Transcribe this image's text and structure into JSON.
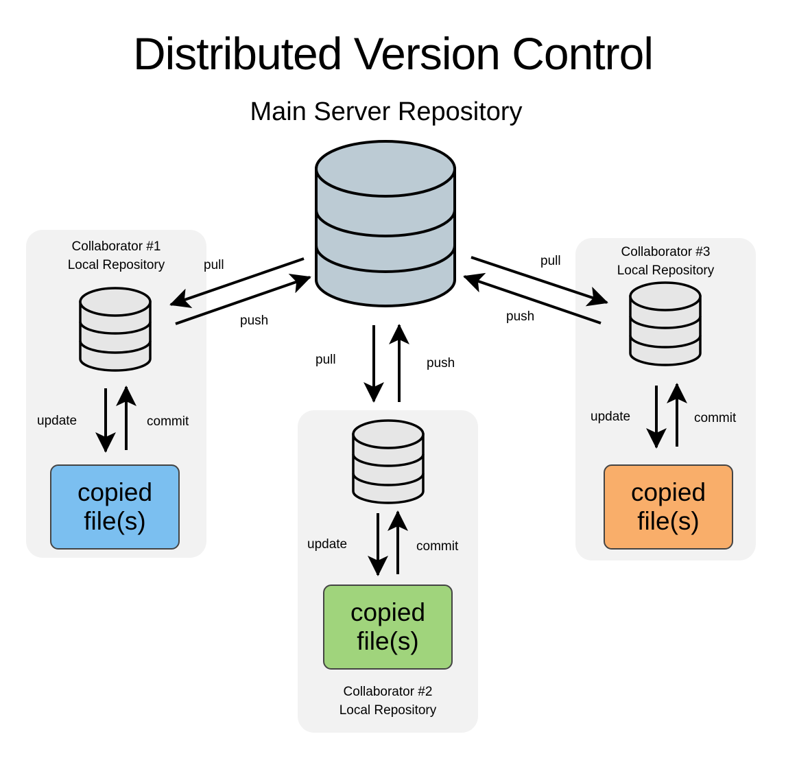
{
  "title": "Distributed Version Control",
  "server": {
    "label": "Main Server Repository",
    "icon": "database-icon",
    "fill_color": "#bccbd4"
  },
  "collaborators": [
    {
      "name": "Collaborator #1",
      "repo_label": "Local Repository",
      "file_label_line1": "copied",
      "file_label_line2": "file(s)",
      "file_color": "#7bbff0",
      "update_label": "update",
      "commit_label": "commit",
      "pull_label": "pull",
      "push_label": "push"
    },
    {
      "name": "Collaborator #2",
      "repo_label": "Local Repository",
      "file_label_line1": "copied",
      "file_label_line2": "file(s)",
      "file_color": "#a0d47c",
      "update_label": "update",
      "commit_label": "commit",
      "pull_label": "pull",
      "push_label": "push"
    },
    {
      "name": "Collaborator #3",
      "repo_label": "Local Repository",
      "file_label_line1": "copied",
      "file_label_line2": "file(s)",
      "file_color": "#f9ae6a",
      "update_label": "update",
      "commit_label": "commit",
      "pull_label": "pull",
      "push_label": "push"
    }
  ],
  "colors": {
    "panel_bg": "#f2f2f2",
    "local_db_fill": "#e6e6e6",
    "stroke": "#000000"
  }
}
